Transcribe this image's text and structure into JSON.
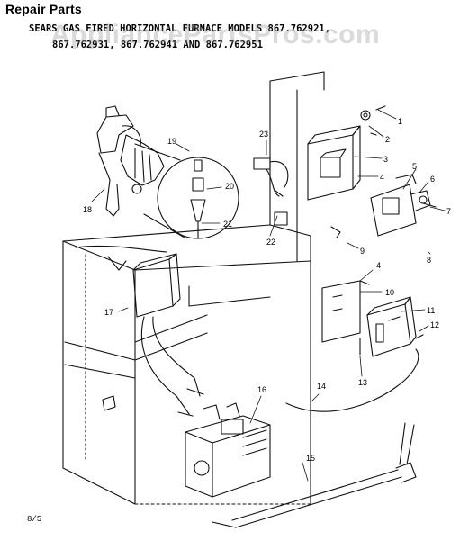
{
  "title": "Repair Parts",
  "subtitle_line1": "SEARS GAS FIRED HORIZONTAL FURNACE MODELS 867.762921,",
  "subtitle_line2": "867.762931, 867.762941 AND 867.762951",
  "watermark": "AppliancePartsPros.com",
  "footer": "8/5",
  "callouts": [
    "1",
    "2",
    "3",
    "4",
    "5",
    "6",
    "7",
    "8",
    "9",
    "10",
    "11",
    "12",
    "13",
    "14",
    "15",
    "16",
    "17",
    "18",
    "19",
    "20",
    "21",
    "22",
    "23",
    "4"
  ],
  "colors": {
    "line": "#111111",
    "background": "#ffffff",
    "watermark": "#969696"
  }
}
